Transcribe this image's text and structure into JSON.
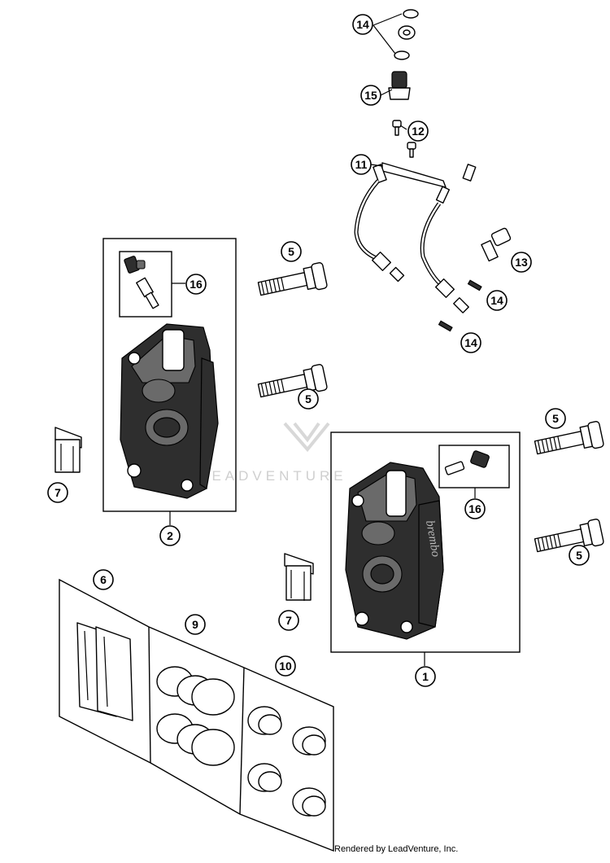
{
  "diagram": {
    "watermark": "LEADVENTURE",
    "footer": "Rendered by LeadVenture, Inc.",
    "callouts": [
      {
        "id": "c14a",
        "label": "14"
      },
      {
        "id": "c15",
        "label": "15"
      },
      {
        "id": "c12",
        "label": "12"
      },
      {
        "id": "c11",
        "label": "11"
      },
      {
        "id": "c13",
        "label": "13"
      },
      {
        "id": "c14b",
        "label": "14"
      },
      {
        "id": "c14c",
        "label": "14"
      },
      {
        "id": "c5a",
        "label": "5"
      },
      {
        "id": "c16a",
        "label": "16"
      },
      {
        "id": "c5b",
        "label": "5"
      },
      {
        "id": "c5c",
        "label": "5"
      },
      {
        "id": "c7a",
        "label": "7"
      },
      {
        "id": "c2",
        "label": "2"
      },
      {
        "id": "c16b",
        "label": "16"
      },
      {
        "id": "c5d",
        "label": "5"
      },
      {
        "id": "c7b",
        "label": "7"
      },
      {
        "id": "c6",
        "label": "6"
      },
      {
        "id": "c9",
        "label": "9"
      },
      {
        "id": "c10",
        "label": "10"
      },
      {
        "id": "c1",
        "label": "1"
      }
    ]
  }
}
